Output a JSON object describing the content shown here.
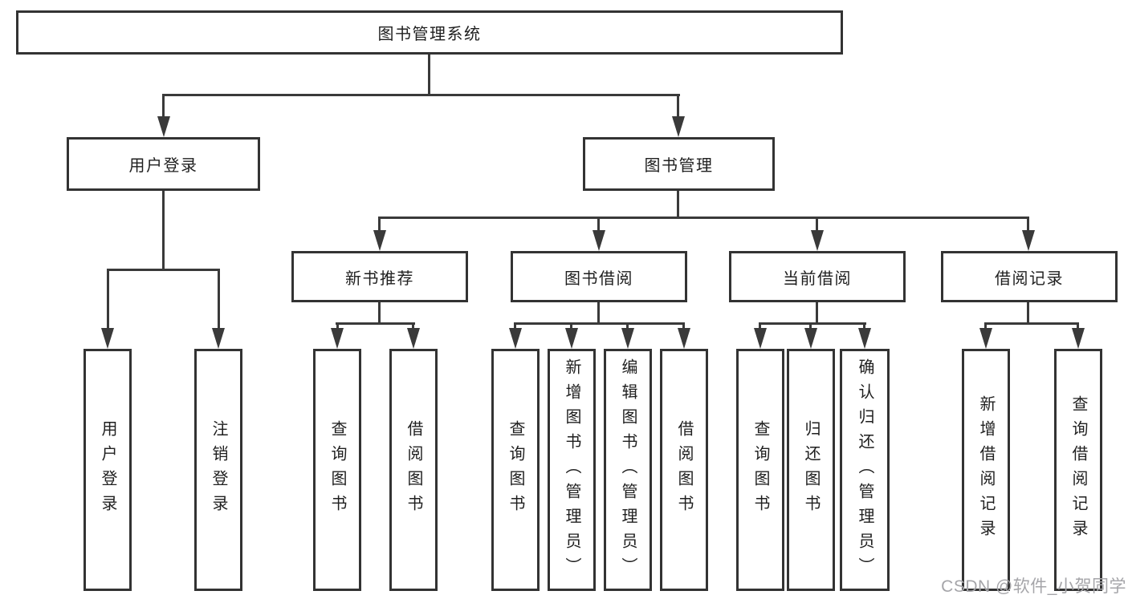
{
  "tree": {
    "label": "图书管理系统",
    "children": [
      {
        "label": "用户登录",
        "children": [
          {
            "label": "用户登录"
          },
          {
            "label": "注销登录"
          }
        ]
      },
      {
        "label": "图书管理",
        "children": [
          {
            "label": "新书推荐",
            "children": [
              {
                "label": "查询图书"
              },
              {
                "label": "借阅图书"
              }
            ]
          },
          {
            "label": "图书借阅",
            "children": [
              {
                "label": "查询图书"
              },
              {
                "label": "新增图书（管理员）"
              },
              {
                "label": "编辑图书（管理员）"
              },
              {
                "label": "借阅图书"
              }
            ]
          },
          {
            "label": "当前借阅",
            "children": [
              {
                "label": "查询图书"
              },
              {
                "label": "归还图书"
              },
              {
                "label": "确认归还（管理员）"
              }
            ]
          },
          {
            "label": "借阅记录",
            "children": [
              {
                "label": "新增借阅记录"
              },
              {
                "label": "查询借阅记录"
              }
            ]
          }
        ]
      }
    ]
  },
  "watermark": {
    "text": "CSDN @软件_小贺同学"
  },
  "colors": {
    "line": "#3a3a3a",
    "box_border": "#333333",
    "text": "#1f1f1f",
    "watermark": "#a5a5a9",
    "background": "#ffffff"
  }
}
